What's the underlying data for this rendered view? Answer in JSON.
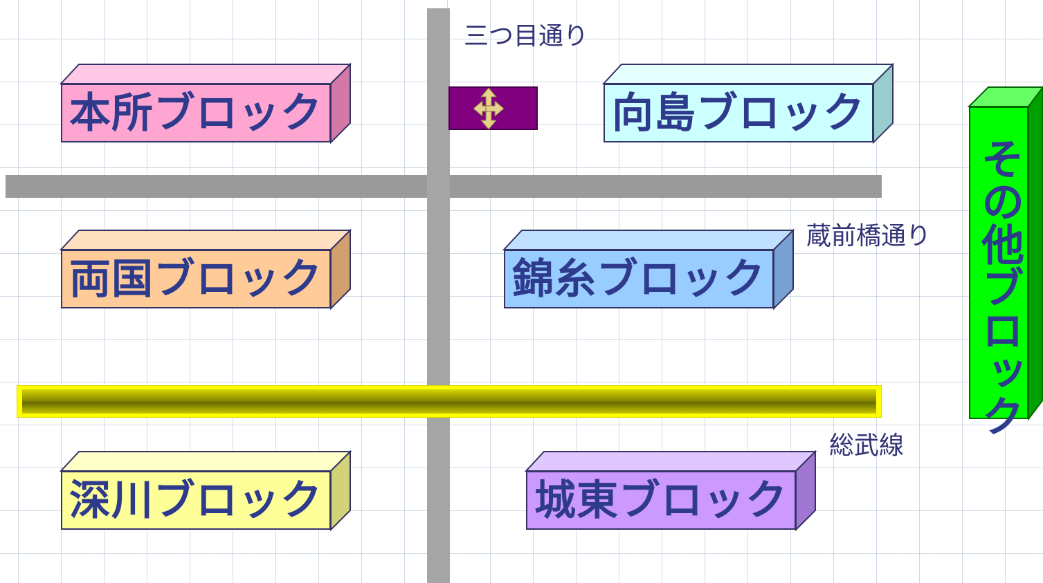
{
  "streets": {
    "mitsume": "三つ目通り",
    "kuramae": "蔵前橋通り",
    "sobu": "総武線"
  },
  "blocks": {
    "honjo": {
      "label": "本所ブロック",
      "color": "#ffa5d2",
      "side_color": "#d27aa5",
      "top_color": "#ffc8e6"
    },
    "mukojima": {
      "label": "向島ブロック",
      "color": "#ccffff",
      "side_color": "#99cccc",
      "top_color": "#e6ffff"
    },
    "ryogoku": {
      "label": "両国ブロック",
      "color": "#ffcc99",
      "side_color": "#d2a06e",
      "top_color": "#ffe0c0"
    },
    "kinshi": {
      "label": "錦糸ブロック",
      "color": "#99ccff",
      "side_color": "#78a0d2",
      "top_color": "#c0e0ff"
    },
    "fukagawa": {
      "label": "深川ブロック",
      "color": "#ffff99",
      "side_color": "#d2d278",
      "top_color": "#ffffc8"
    },
    "joto": {
      "label": "城東ブロック",
      "color": "#cc99ff",
      "side_color": "#a078d2",
      "top_color": "#e0c8ff"
    },
    "other": {
      "label": "その他ブロック",
      "color": "#00ff00",
      "side_color": "#00a000",
      "top_color": "#66ff66"
    }
  },
  "marker": {
    "icon": "four-way-arrow-icon",
    "color": "#800080",
    "arrow_color": "#e6d28c"
  },
  "colors": {
    "road": "#a5a5a5",
    "railway": "#ffff00",
    "text": "#2e3a8c"
  }
}
